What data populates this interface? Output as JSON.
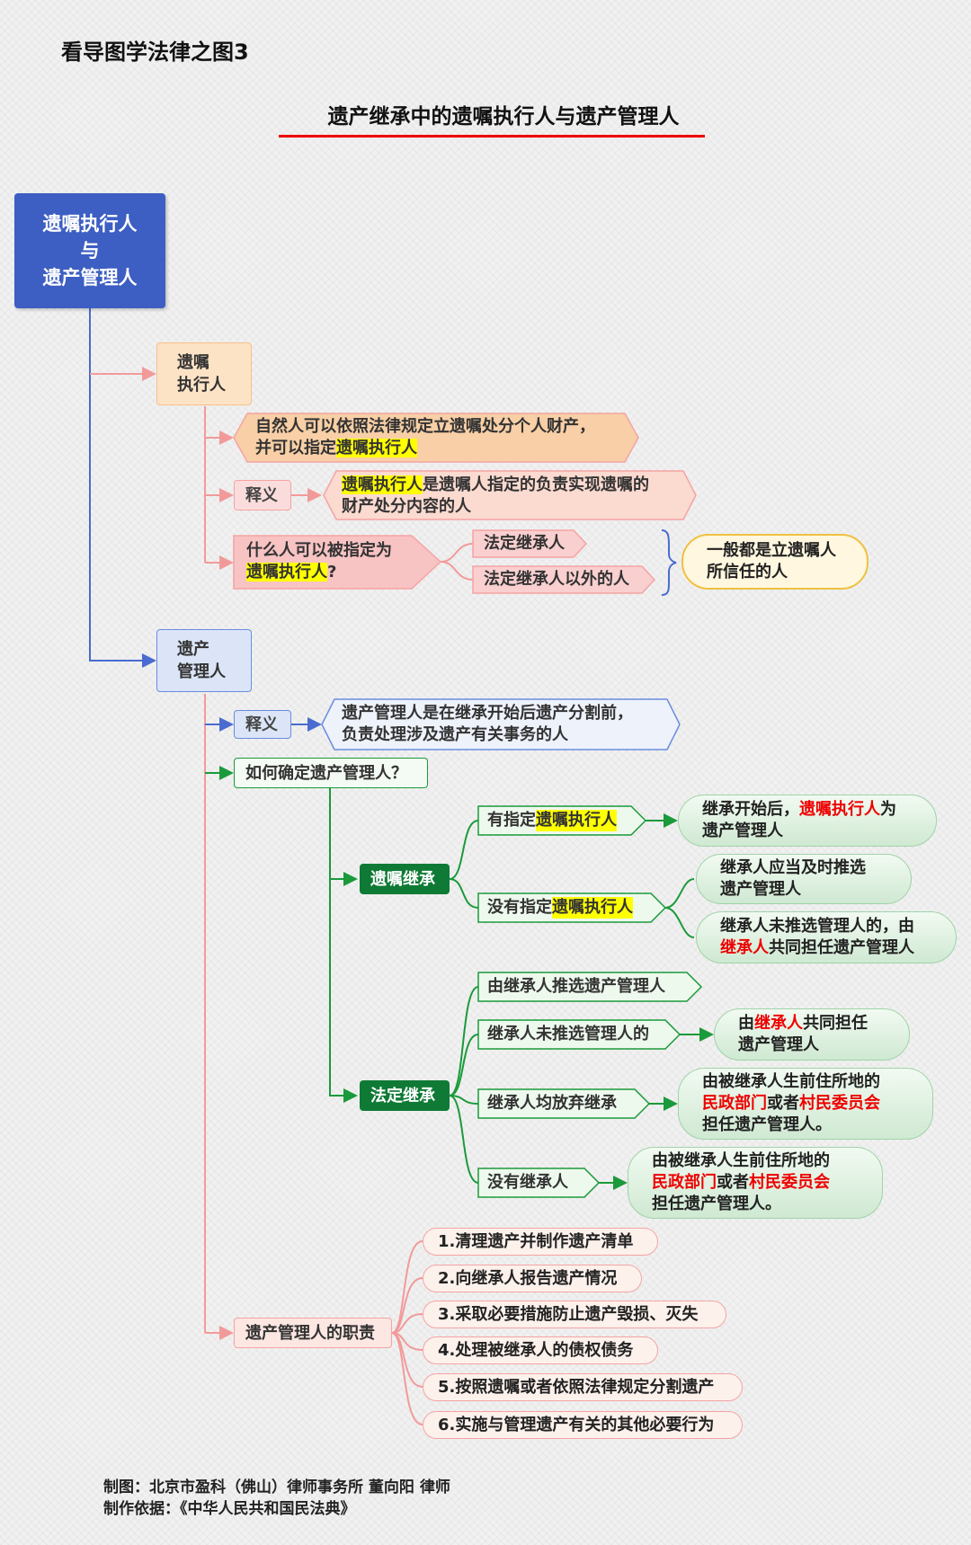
{
  "header": {
    "series_title": "看导图学法律之图3",
    "main_title": "遗产继承中的遗嘱执行人与遗产管理人"
  },
  "root": {
    "line1": "遗嘱执行人",
    "line2": "与",
    "line3": "遗产管理人"
  },
  "executor": {
    "title_1": "遗嘱",
    "title_2": "执行人",
    "statement_1": "自然人可以依照法律规定立遗嘱处分个人财产，",
    "statement_2_pre": "并可以指定",
    "statement_2_hl": "遗嘱执行人",
    "def_tag": "释义",
    "def_hl": "遗嘱执行人",
    "def_1_rest": "是遗嘱人指定的负责实现遗嘱的",
    "def_2": "财产处分内容的人",
    "who_1": "什么人可以被指定为",
    "who_2_hl": "遗嘱执行人",
    "who_2_rest": "?",
    "option_1": "法定继承人",
    "option_2": "法定继承人以外的人",
    "note_1": "一般都是立遗嘱人",
    "note_2": "所信任的人"
  },
  "administrator": {
    "title_1": "遗产",
    "title_2": "管理人",
    "def_tag": "释义",
    "def_1": "遗产管理人是在继承开始后遗产分割前，",
    "def_2": "负责处理涉及遗产有关事务的人",
    "how": "如何确定遗产管理人？",
    "will_label": "遗嘱继承",
    "legal_label": "法定继承",
    "will_cases": [
      {
        "pre": "有指定",
        "hl": "遗嘱执行人"
      },
      {
        "pre": "没有指定",
        "hl": "遗嘱执行人"
      }
    ],
    "will_res1_a": "继承开始后，",
    "will_res1_red": "遗嘱执行人",
    "will_res1_b": "为",
    "will_res1_c": "遗产管理人",
    "will_res2_a": "继承人应当及时推选",
    "will_res2_b": "遗产管理人",
    "will_res3_a": "继承人未推选管理人的，由",
    "will_res3_red": "继承人",
    "will_res3_b": "共同担任遗产管理人",
    "legal_cases": [
      "由继承人推选遗产管理人",
      "继承人未推选管理人的",
      "继承人均放弃继承",
      "没有继承人"
    ],
    "legal_res1_a": "由",
    "legal_res1_red": "继承人",
    "legal_res1_b": "共同担任",
    "legal_res1_c": "遗产管理人",
    "legal_res2_a": "由被继承人生前住所地的",
    "legal_res2_red1": "民政部门",
    "legal_res2_mid": "或者",
    "legal_res2_red2": "村民委员会",
    "legal_res2_c": "担任遗产管理人。",
    "legal_res3_a": "由被继承人生前住所地的",
    "legal_res3_red1": "民政部门",
    "legal_res3_mid": "或者",
    "legal_res3_red2": "村民委员会",
    "legal_res3_c": "担任遗产管理人。",
    "duty_label": "遗产管理人的职责",
    "duties": [
      "1.清理遗产并制作遗产清单",
      "2.向继承人报告遗产情况",
      "3.采取必要措施防止遗产毁损、灭失",
      "4.处理被继承人的债权债务",
      "5.按照遗嘱或者依照法律规定分割遗产",
      "6.实施与管理遗产有关的其他必要行为"
    ]
  },
  "footer": {
    "line1": "制图：北京市盈科（佛山）律师事务所  董向阳 律师",
    "line2": "制作依据：《中华人民共和国民法典》"
  }
}
